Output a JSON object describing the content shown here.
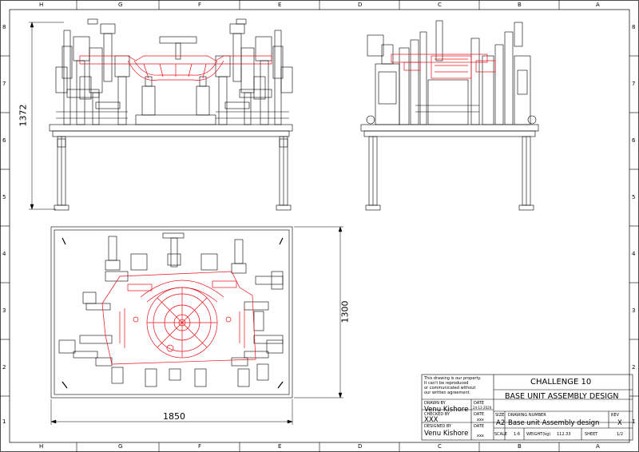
{
  "sheet": {
    "columns_top": [
      "H",
      "G",
      "F",
      "E",
      "D",
      "C",
      "B",
      "A"
    ],
    "columns_bottom": [
      "H",
      "G",
      "F",
      "E",
      "D",
      "C",
      "B",
      "A"
    ],
    "rows_left": [
      "8",
      "7",
      "6",
      "5",
      "4",
      "3",
      "2",
      "1"
    ],
    "rows_right": [
      "8",
      "7",
      "6",
      "5",
      "4",
      "3",
      "2",
      "1"
    ]
  },
  "dimensions": {
    "height": "1372",
    "depth": "1300",
    "width": "1850"
  },
  "title_block": {
    "notice": [
      "This drawing is our property.",
      "It can't be reproduced",
      "or communicated without",
      "our written agreement."
    ],
    "project_title": "CHALLENGE 10",
    "assembly_title": "BASE UNIT ASSEMBLY DESIGN",
    "drawn_by_label": "DRAWN BY",
    "drawn_by": "Venu Kishore",
    "drawn_date_label": "DATE",
    "drawn_date": "24-12-2020",
    "checked_by_label": "CHECKED BY",
    "checked_by": "XXX",
    "checked_date_label": "DATE",
    "checked_date": "xxx",
    "designed_by_label": "DESIGNED BY",
    "designed_by": "Venu Kishore",
    "designed_date_label": "DATE",
    "designed_date": "xxx",
    "size_label": "SIZE",
    "size": "A2",
    "drawing_number_label": "DRAWING NUMBER",
    "drawing_number": "Base unit Assembly design",
    "rev_label": "REV",
    "rev": "X",
    "scale_label": "SCALE",
    "scale": "1:6",
    "weight_label": "WEIGHT(kg)",
    "weight": "112.33",
    "sheet_label": "SHEET",
    "sheet": "1/2"
  },
  "colors": {
    "line": "#000000",
    "highlight": "#e8101a",
    "paper": "#ffffff"
  }
}
